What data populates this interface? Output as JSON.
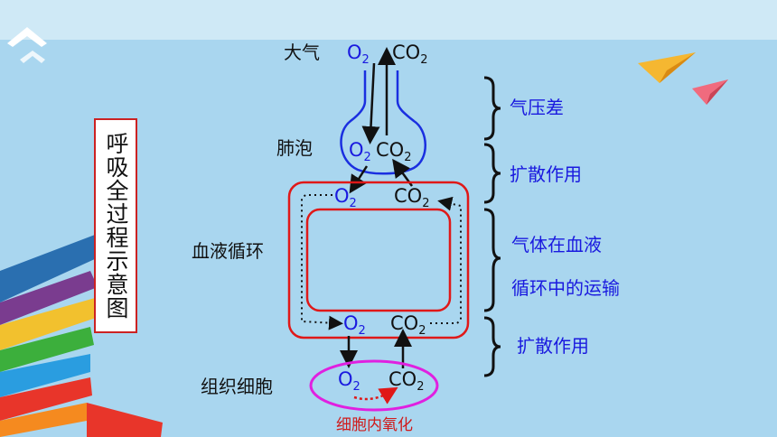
{
  "title": "呼吸全过程示意图",
  "labels": {
    "atmosphere": "大气",
    "alveoli": "肺泡",
    "blood_circulation": "血液循环",
    "tissue_cells": "组织细胞"
  },
  "chem": {
    "o2_base": "O",
    "o2_sub": "2",
    "co2_base": "CO",
    "co2_sub": "2"
  },
  "notes": {
    "pressure_diff": "气压差",
    "diffusion_1": "扩散作用",
    "transport_line1": "气体在血液",
    "transport_line2": "循环中的运输",
    "diffusion_2": "扩散作用",
    "oxidation": "细胞内氧化"
  },
  "colors": {
    "blue": "#1a1adf",
    "red": "#e01818",
    "magenta": "#e020e0"
  }
}
